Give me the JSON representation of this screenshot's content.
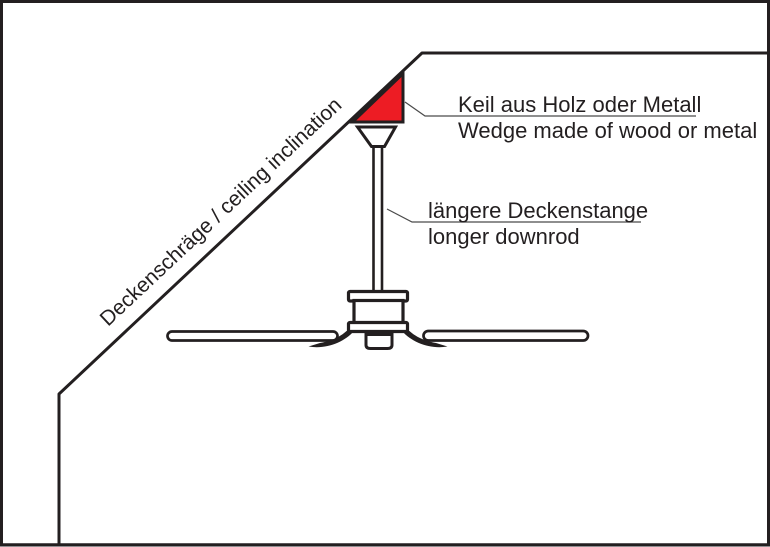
{
  "diagram": {
    "wedge_label": {
      "de": "Keil aus Holz oder Metall",
      "en": "Wedge made of wood or metal"
    },
    "downrod_label": {
      "de": "längere Deckenstange",
      "en": "longer downrod"
    },
    "incline_label": "Deckenschräge / ceiling inclination",
    "colors": {
      "wedge_fill": "#ed1c24",
      "line": "#231f20",
      "leader": "#4a4a4a"
    }
  }
}
